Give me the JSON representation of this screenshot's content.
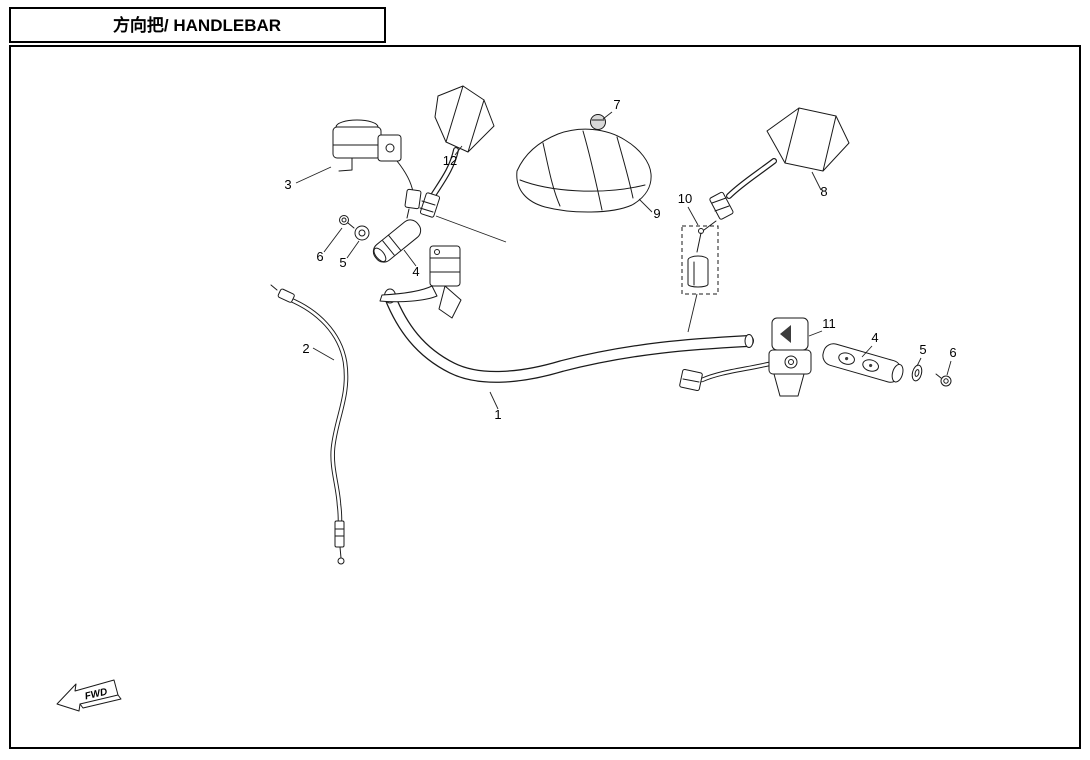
{
  "colors": {
    "ink": "#1a1a1a",
    "paper": "#ffffff"
  },
  "title": "方向把/ HANDLEBAR",
  "fwd": "FWD",
  "callouts": {
    "c1": "1",
    "c2": "2",
    "c3": "3",
    "c4_left": "4",
    "c4_right": "4",
    "c5_left": "5",
    "c5_right": "5",
    "c6_left": "6",
    "c6_right": "6",
    "c7": "7",
    "c8": "8",
    "c9": "9",
    "c10": "10",
    "c11": "11",
    "c12": "12"
  }
}
